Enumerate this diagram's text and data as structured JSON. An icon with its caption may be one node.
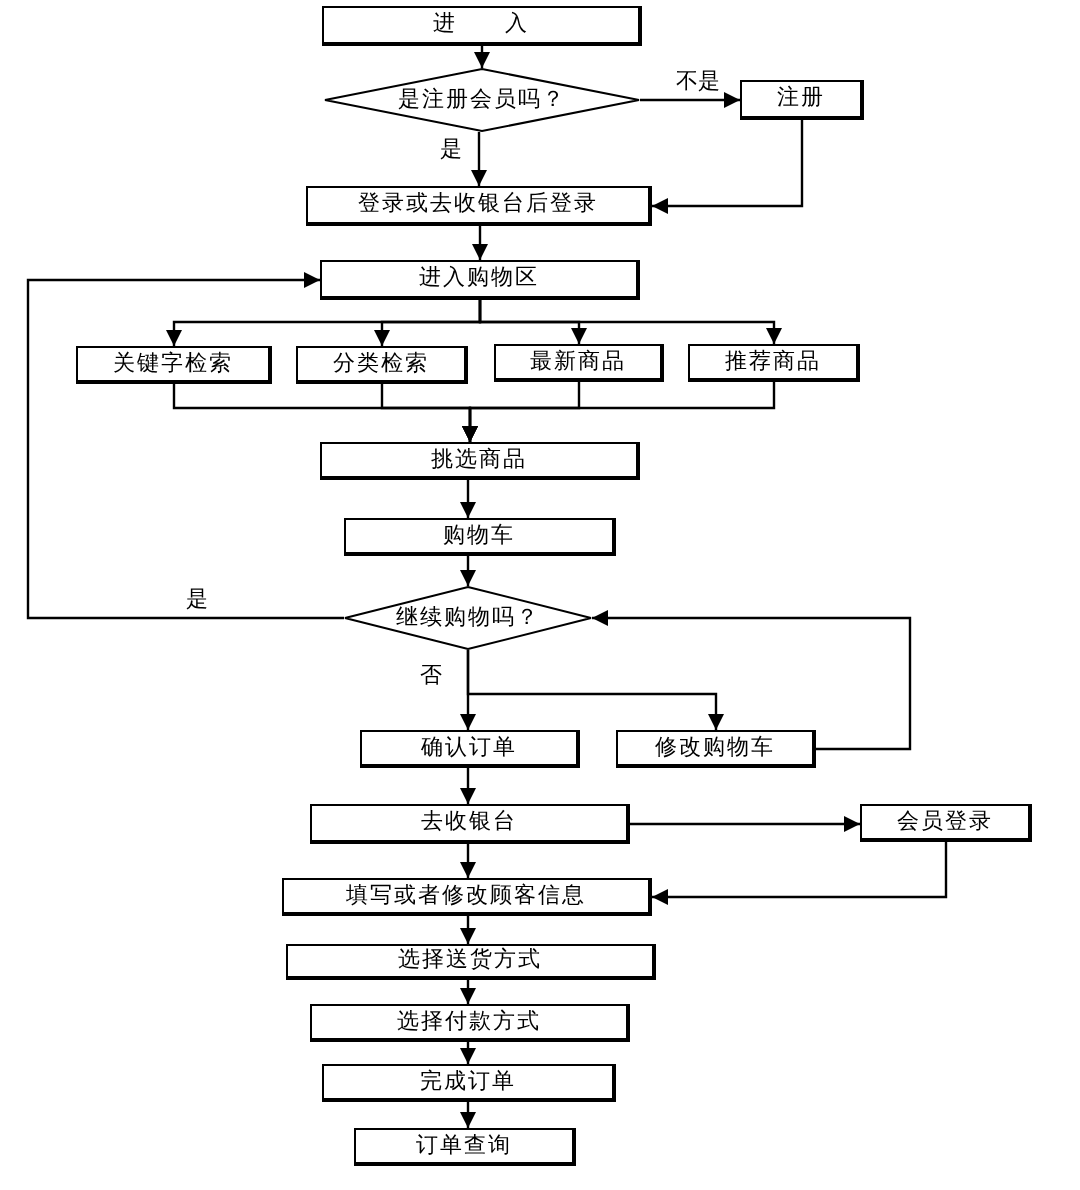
{
  "diagram": {
    "nodes": [
      {
        "text": [
          "进　　入"
        ]
      },
      {
        "text": [
          "是注册会员吗？"
        ]
      },
      {
        "text": [
          "注册"
        ]
      },
      {
        "text": [
          "登录或去收银台后登录"
        ]
      },
      {
        "text": [
          "进入购物区"
        ]
      },
      {
        "text": [
          "关键字检索"
        ]
      },
      {
        "text": [
          "分类检索"
        ]
      },
      {
        "text": [
          "最新商品"
        ]
      },
      {
        "text": [
          "推荐商品"
        ]
      },
      {
        "text": [
          "挑选商品"
        ]
      },
      {
        "text": [
          "购物车"
        ]
      },
      {
        "text": [
          "继续购物吗？"
        ]
      },
      {
        "text": [
          "确认订单"
        ]
      },
      {
        "text": [
          "修改购物车"
        ]
      },
      {
        "text": [
          "去收银台"
        ]
      },
      {
        "text": [
          "会员登录"
        ]
      },
      {
        "text": [
          "填写或者修改顾客信息"
        ]
      },
      {
        "text": [
          "选择送货方式"
        ]
      },
      {
        "text": [
          "选择付款方式"
        ]
      },
      {
        "text": [
          "完成订单"
        ]
      },
      {
        "text": [
          "订单查询"
        ]
      }
    ],
    "edges": [
      {
        "from": 0,
        "to": 1,
        "arrow": "to"
      },
      {
        "from": 1,
        "to": 2,
        "arrow": "to",
        "label": "不是"
      },
      {
        "from": 1,
        "to": 3,
        "arrow": "to",
        "label": "是"
      },
      {
        "from": 2,
        "to": 3,
        "arrow": "to"
      },
      {
        "from": 3,
        "to": 4,
        "arrow": "to"
      },
      {
        "from": 4,
        "to": 5,
        "arrow": "to"
      },
      {
        "from": 4,
        "to": 6,
        "arrow": "to"
      },
      {
        "from": 4,
        "to": 7,
        "arrow": "to"
      },
      {
        "from": 4,
        "to": 8,
        "arrow": "to"
      },
      {
        "from": 5,
        "to": 9,
        "arrow": "to"
      },
      {
        "from": 6,
        "to": 9,
        "arrow": "to"
      },
      {
        "from": 7,
        "to": 9,
        "arrow": "to"
      },
      {
        "from": 8,
        "to": 9,
        "arrow": "to"
      },
      {
        "from": 9,
        "to": 10,
        "arrow": "to"
      },
      {
        "from": 10,
        "to": 11,
        "arrow": "to"
      },
      {
        "from": 11,
        "to": 4,
        "arrow": "to",
        "label": "是"
      },
      {
        "from": 11,
        "to": 12,
        "arrow": "to",
        "label": "否"
      },
      {
        "from": 11,
        "to": 13,
        "arrow": "to"
      },
      {
        "from": 13,
        "to": 11,
        "arrow": "to"
      },
      {
        "from": 12,
        "to": 14,
        "arrow": "to"
      },
      {
        "from": 14,
        "to": 15,
        "arrow": "to"
      },
      {
        "from": 15,
        "to": 16,
        "arrow": "to"
      },
      {
        "from": 14,
        "to": 16,
        "arrow": "to"
      },
      {
        "from": 16,
        "to": 17,
        "arrow": "to"
      },
      {
        "from": 17,
        "to": 18,
        "arrow": "to"
      },
      {
        "from": 18,
        "to": 19,
        "arrow": "to"
      },
      {
        "from": 19,
        "to": 20,
        "arrow": "to"
      }
    ]
  }
}
